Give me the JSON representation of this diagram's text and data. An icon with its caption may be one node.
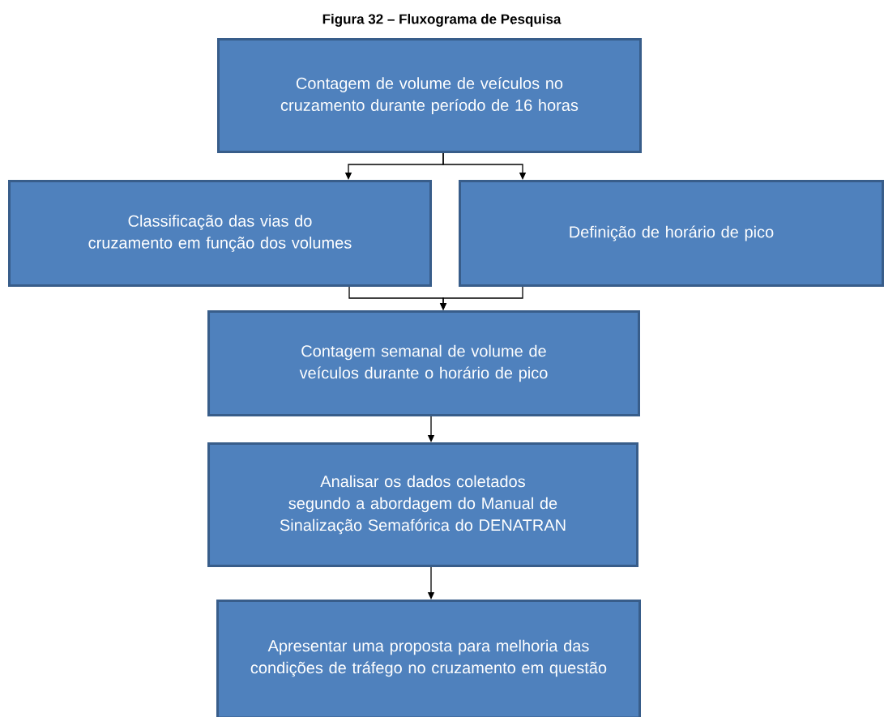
{
  "diagram": {
    "title": "Figura 32 – Fluxograma de Pesquisa",
    "nodes": [
      {
        "text": [
          "Contagem de volume de veículos no cruzamento durante período de 16 horas"
        ]
      },
      {
        "text": [
          "Classificação das vias do cruzamento em função dos volumes"
        ]
      },
      {
        "text": [
          "Definição de horário de pico"
        ]
      },
      {
        "text": [
          "Contagem semanal de volume de veículos durante o horário de pico"
        ]
      },
      {
        "text": [
          "Analisar os dados coletados segundo a abordagem do Manual de Sinalização Semafórica do DENATRAN"
        ]
      },
      {
        "text": [
          "Apresentar uma proposta para melhoria das condições de tráfego no cruzamento em questão"
        ]
      }
    ],
    "edges": [
      {
        "from": 0,
        "to": 1,
        "arrow": "to"
      },
      {
        "from": 0,
        "to": 2,
        "arrow": "to"
      },
      {
        "from": 1,
        "to": 3,
        "arrow": "to"
      },
      {
        "from": 2,
        "to": 3,
        "arrow": "to"
      },
      {
        "from": 3,
        "to": 4,
        "arrow": "to"
      },
      {
        "from": 4,
        "to": 5,
        "arrow": "to"
      }
    ]
  }
}
